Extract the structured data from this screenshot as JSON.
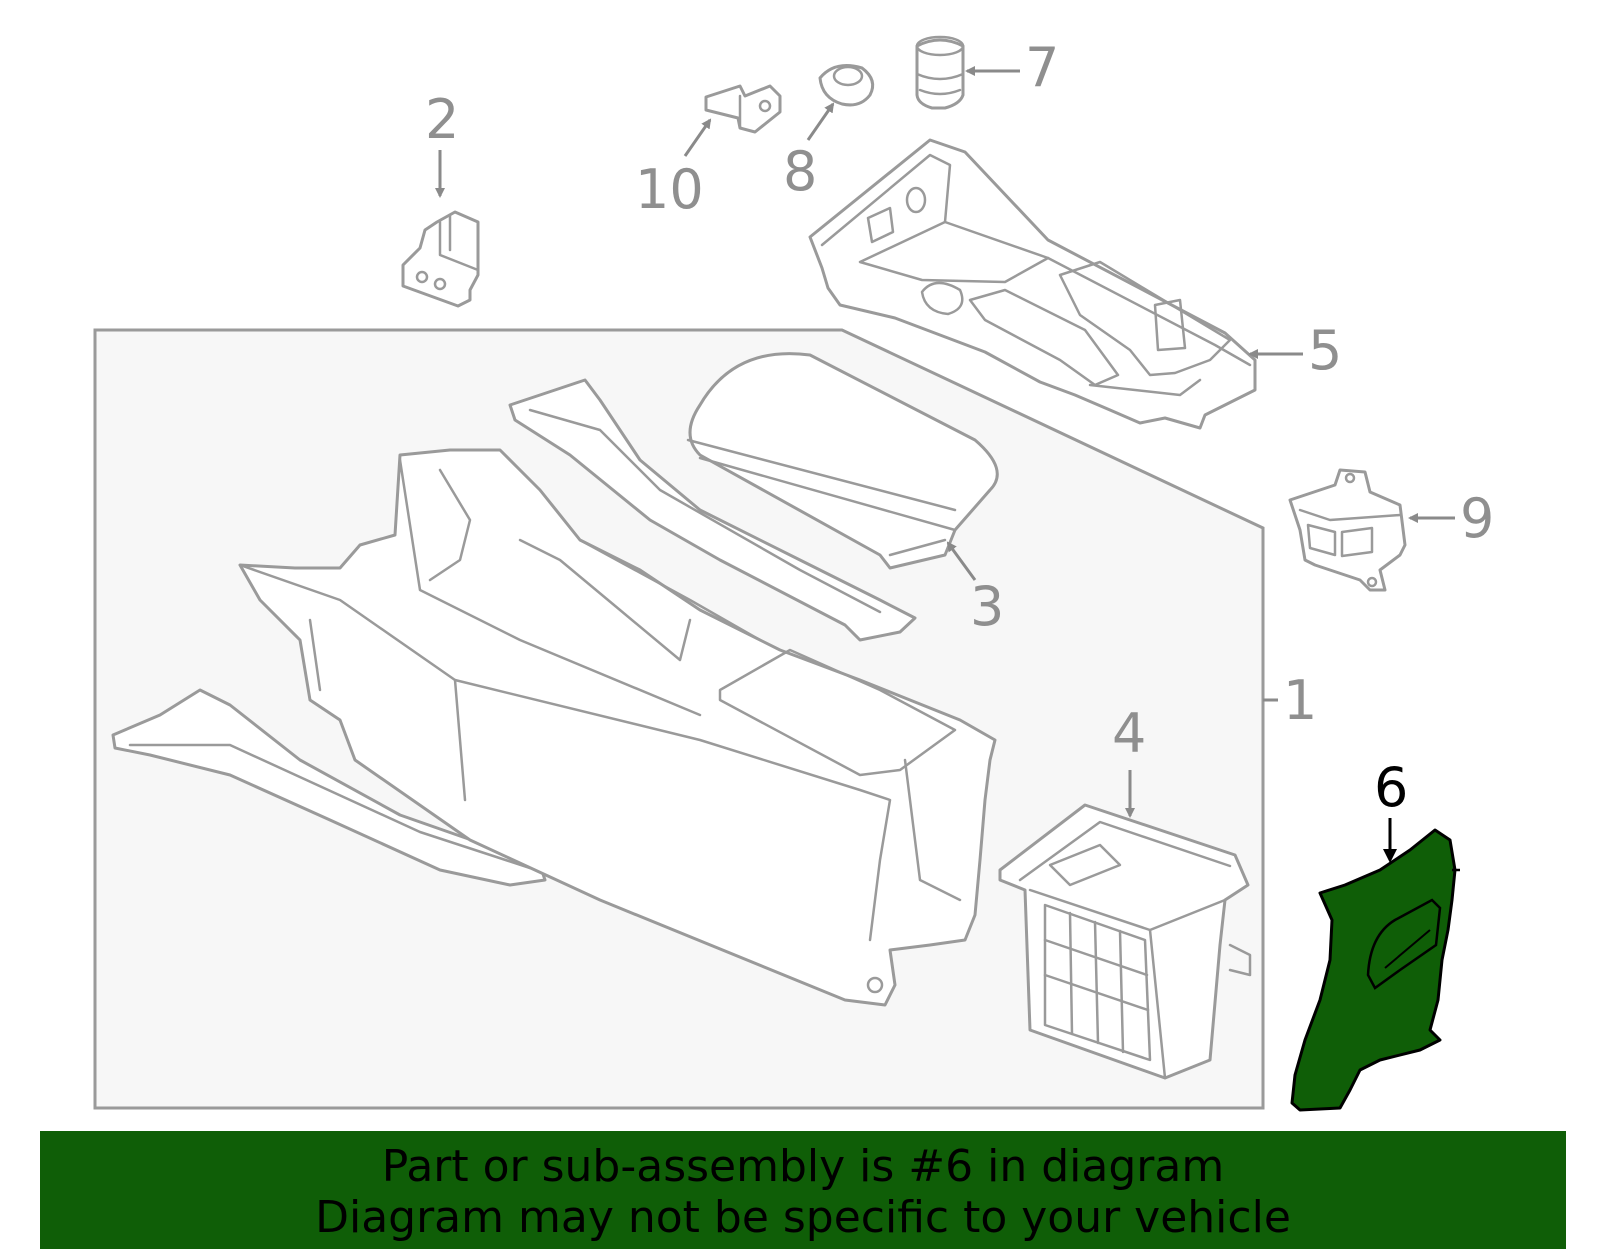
{
  "callouts": {
    "c1": "1",
    "c2": "2",
    "c3": "3",
    "c4": "4",
    "c5": "5",
    "c6": "6",
    "c7": "7",
    "c8": "8",
    "c9": "9",
    "c10": "10"
  },
  "highlighted_part": "6",
  "colors": {
    "highlight": "#0f5e07",
    "line_art": "#9a9a9a",
    "assembly_box_fill": "#f7f7f7",
    "banner": "#0f5e07"
  },
  "banner": {
    "line1": "Part or sub-assembly is #6 in diagram",
    "line2": "Diagram may not be specific to your vehicle"
  }
}
